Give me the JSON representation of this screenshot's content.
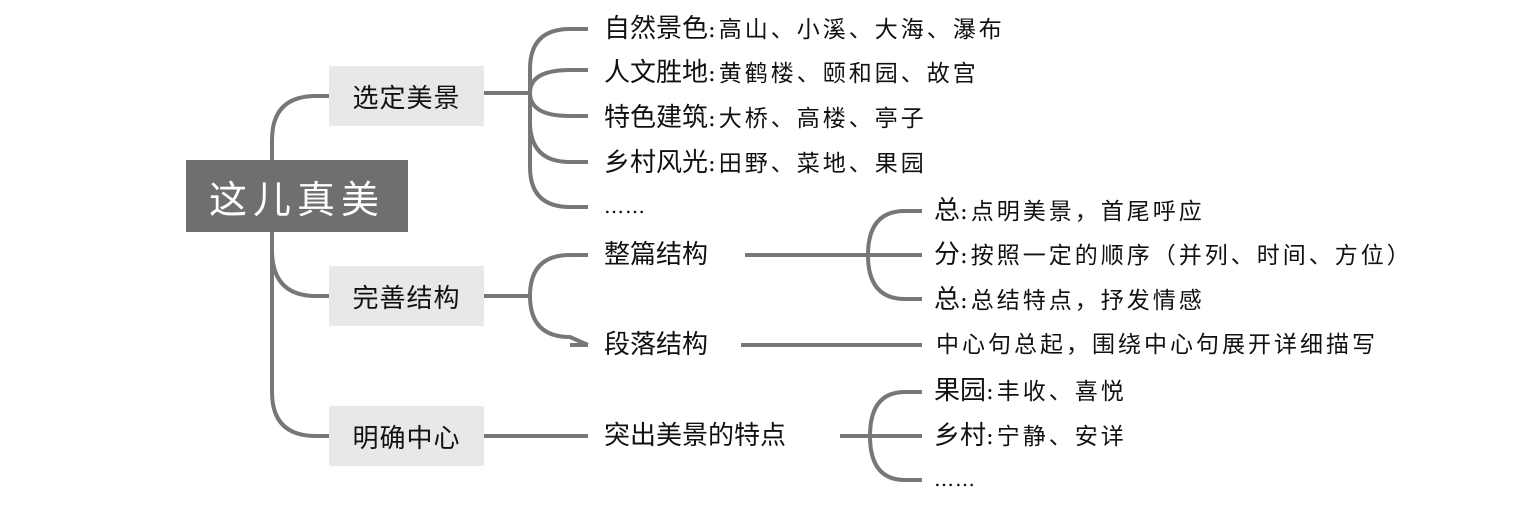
{
  "colors": {
    "root_bg": "#6f6f6f",
    "branch_bg": "#e8e8e8",
    "connector": "#777777"
  },
  "root": {
    "label": "这儿真美"
  },
  "branches": [
    {
      "label": "选定美景",
      "items": [
        {
          "label": "自然景色",
          "sep": ":",
          "text": "高山、小溪、大海、瀑布"
        },
        {
          "label": "人文胜地",
          "sep": ":",
          "text": "黄鹤楼、颐和园、故宫"
        },
        {
          "label": "特色建筑",
          "sep": ":",
          "text": "大桥、高楼、亭子"
        },
        {
          "label": "乡村风光",
          "sep": ":",
          "text": "田野、菜地、果园"
        },
        {
          "label": "……"
        }
      ]
    },
    {
      "label": "完善结构",
      "items": [
        {
          "label": "整篇结构",
          "children": [
            {
              "label": "总",
              "sep": ":",
              "text": "点明美景，首尾呼应"
            },
            {
              "label": "分",
              "sep": ":",
              "text": "按照一定的顺序（并列、时间、方位）"
            },
            {
              "label": "总",
              "sep": ":",
              "text": "总结特点，抒发情感"
            }
          ]
        },
        {
          "label": "段落结构",
          "children": [
            {
              "text": "中心句总起，围绕中心句展开详细描写"
            }
          ]
        }
      ]
    },
    {
      "label": "明确中心",
      "items": [
        {
          "label": "突出美景的特点",
          "children": [
            {
              "label": "果园",
              "sep": ":",
              "text": "丰收、喜悦"
            },
            {
              "label": "乡村",
              "sep": ":",
              "text": "宁静、安详"
            },
            {
              "label": "……"
            }
          ]
        }
      ]
    }
  ]
}
